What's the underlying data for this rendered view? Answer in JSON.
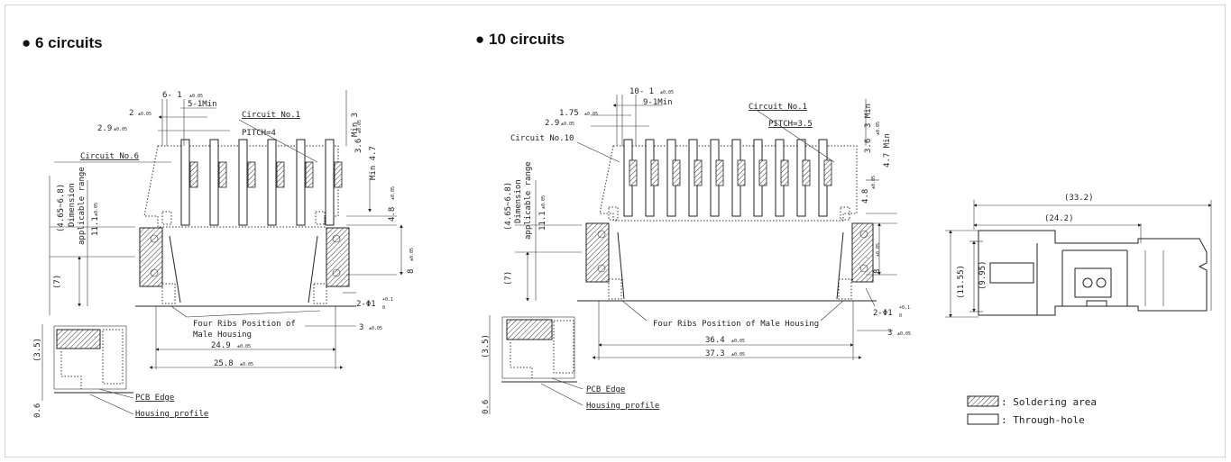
{
  "headings": {
    "six": "● 6 circuits",
    "ten": "● 10 circuits"
  },
  "six": {
    "d6_1": "6- 1",
    "d6_1_tol": "±0.05",
    "d5_1min": "5-1Min",
    "d2": "2",
    "d2_tol": "±0.05",
    "d2_9": "2.9",
    "d2_9_tol": "±0.05",
    "circuit_no1": "Circuit No.1",
    "circuit_no6": "Circuit No.6",
    "pitch": "PITCH=4",
    "min3": "Min 3",
    "d3_6": "3.6",
    "d3_6_tol": "±0.05",
    "min4_7": "Min 4.7",
    "d4_8": "4.8",
    "d4_8_tol": "±0.05",
    "d8": "8",
    "d8_tol": "±0.05",
    "d11_1": "11.1",
    "d11_1_tol": "±0.05",
    "range": "(4.65~6.8)",
    "dim1": "Dimension",
    "dim2": "applicable range",
    "d7": "(7)",
    "hole": "2-Φ1",
    "hole_tol_top": "+0.1",
    "hole_tol_bot": "0",
    "ribs1": "Four Ribs Position of",
    "ribs2": "Male Housing",
    "d3": "3",
    "d3_tol": "±0.05",
    "d24_9": "24.9",
    "d24_9_tol": "±0.05",
    "d25_8": "25.8",
    "d25_8_tol": "±0.05",
    "d3_5": "(3.5)",
    "d0_6": "0.6",
    "pcb_edge": "PCB Edge",
    "housing_profile": "Housing profile"
  },
  "ten": {
    "d10_1": "10- 1",
    "d10_1_tol": "±0.05",
    "d9_1min": "9-1Min",
    "d1_75": "1.75",
    "d1_75_tol": "±0.05",
    "d2_9": "2.9",
    "d2_9_tol": "±0.05",
    "circuit_no10": "Circuit No.10",
    "circuit_no1": "Circuit No.1",
    "pitch": "PITCH=3.5",
    "min3": "3 Min",
    "d3_6": "3.6",
    "d3_6_tol": "±0.05",
    "min4_7": "4.7 Min",
    "d4_8": "4.8",
    "d4_8_tol": "±0.05",
    "d8": "8",
    "d8_tol": "±0.05",
    "d11_1": "11.1",
    "d11_1_tol": "±0.05",
    "range": "(4.65~6.8)",
    "dim1": "Dimension",
    "dim2": "applicable range",
    "d7": "(7)",
    "hole": "2-Φ1",
    "hole_tol_top": "+0.1",
    "hole_tol_bot": "0",
    "ribs": "Four Ribs Position of Male Housing",
    "d3": "3",
    "d3_tol": "±0.05",
    "d36_4": "36.4",
    "d36_4_tol": "±0.05",
    "d37_3": "37.3",
    "d37_3_tol": "±0.05",
    "d3_5": "(3.5)",
    "d0_6": "0.6",
    "pcb_edge": "PCB Edge",
    "housing_profile": "Housing profile"
  },
  "side": {
    "d33_2": "(33.2)",
    "d24_2": "(24.2)",
    "d11_55": "(11.55)",
    "d9_95": "(9.95)"
  },
  "legend": {
    "soldering": ": Soldering area",
    "through": ": Through-hole"
  }
}
